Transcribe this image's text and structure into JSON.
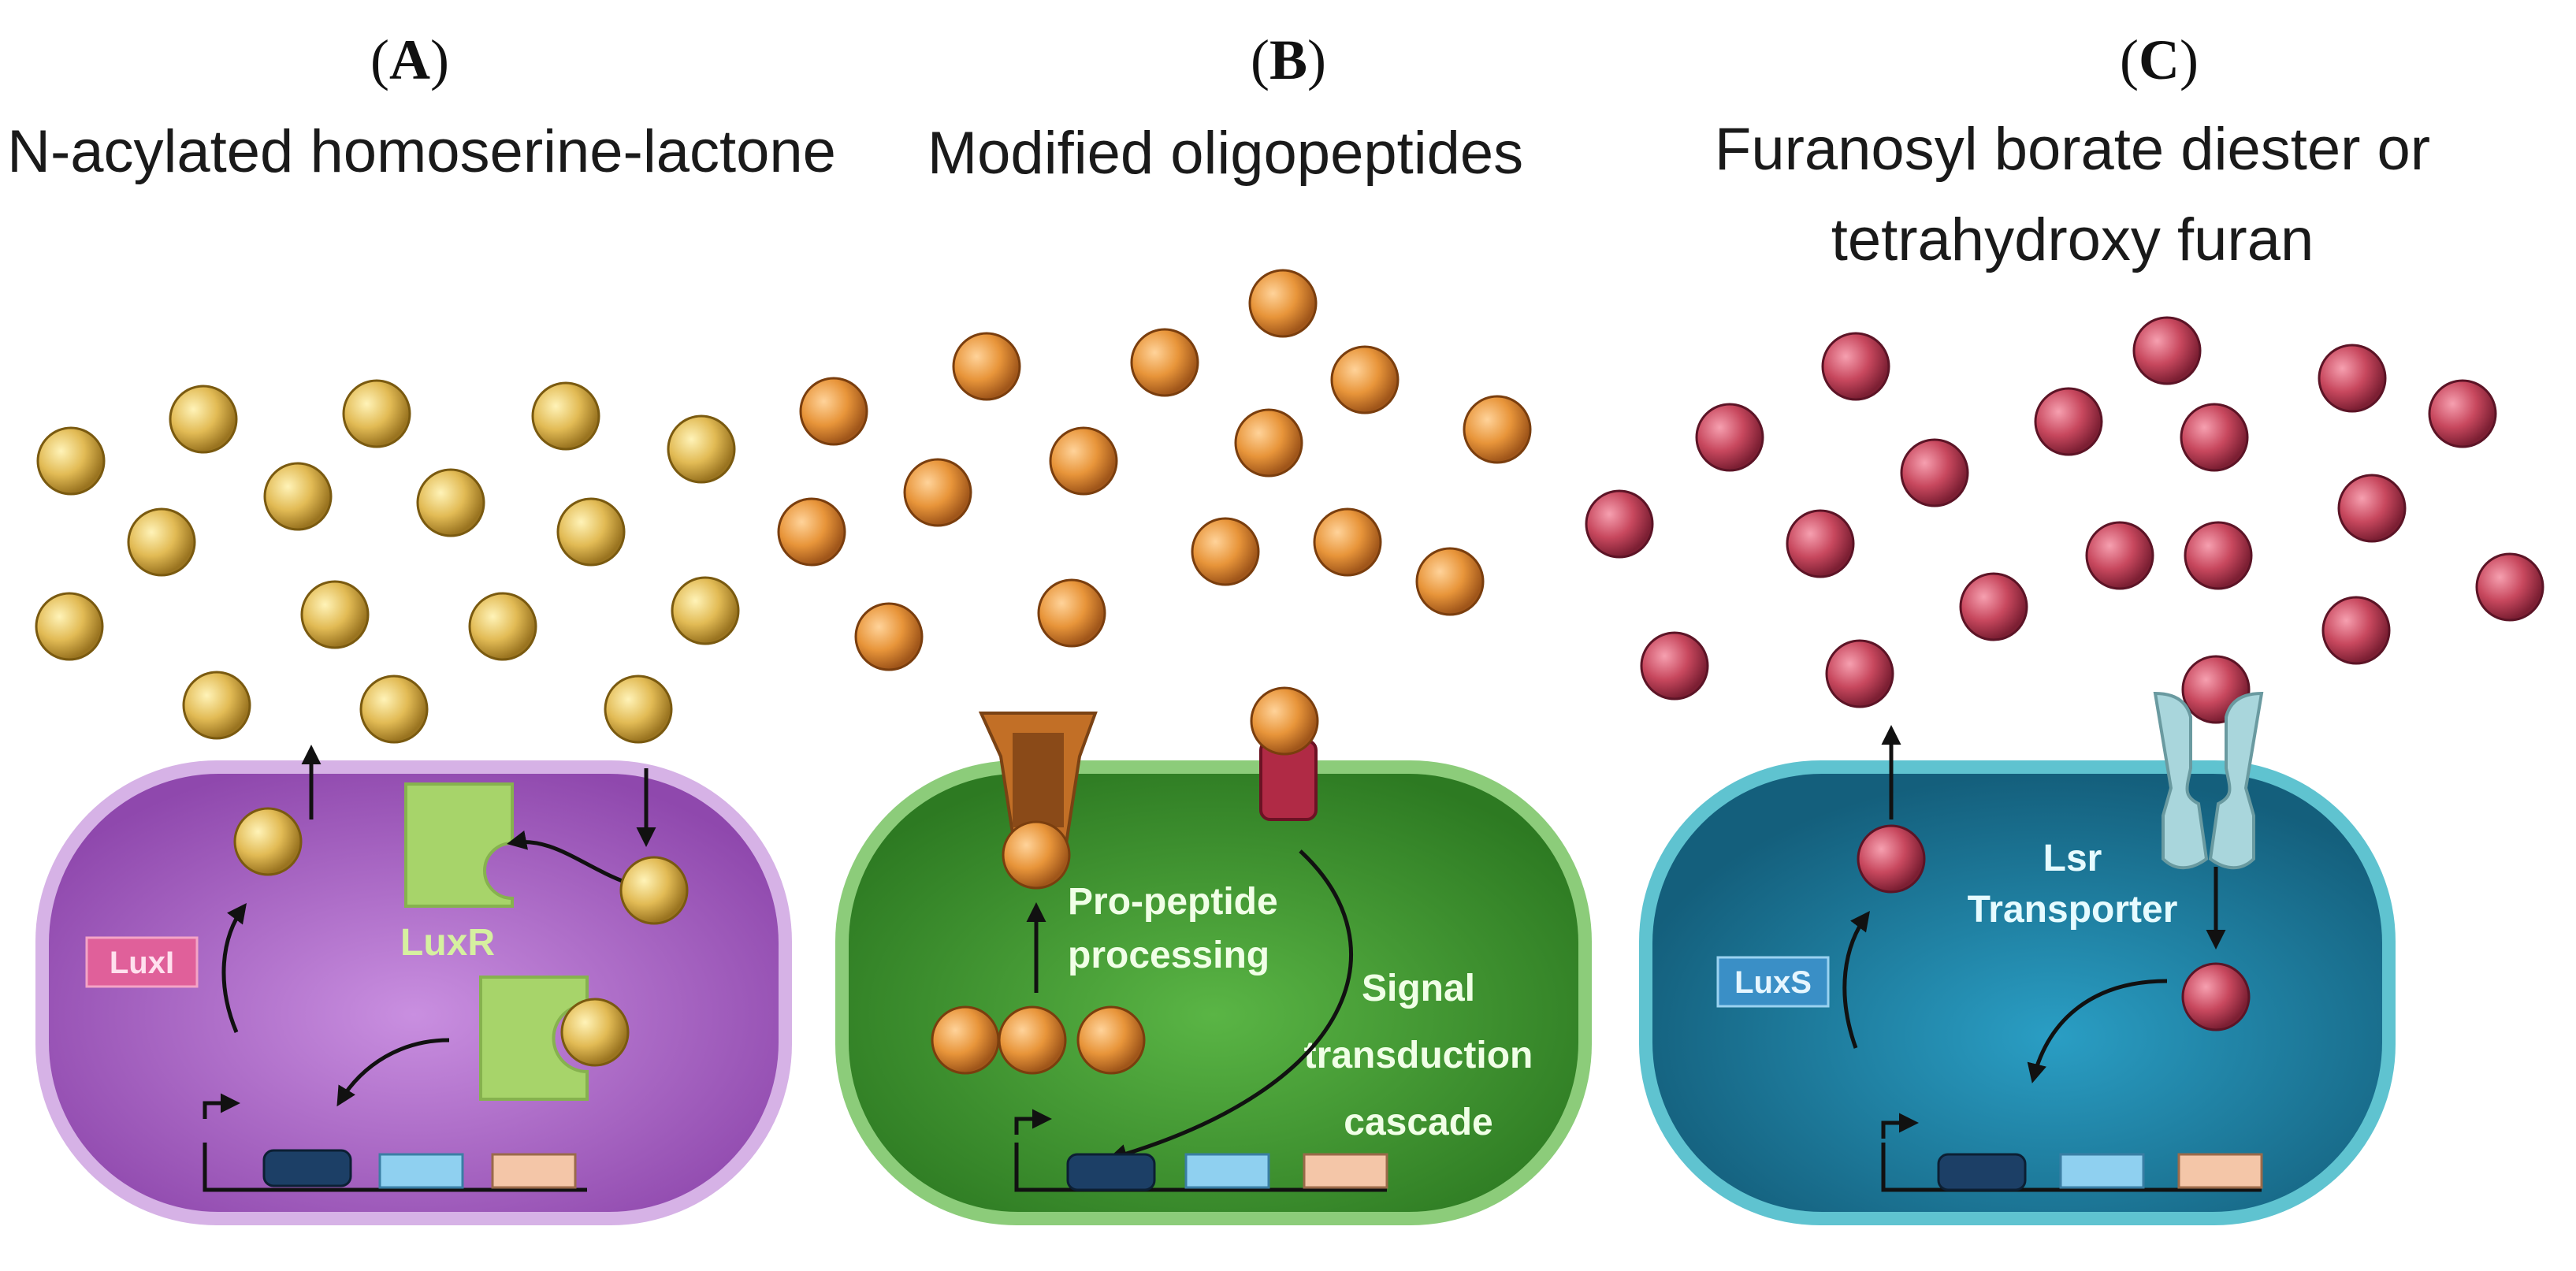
{
  "panels": [
    {
      "letter": "A",
      "title_line1": "N-acylated homoserine-lactone",
      "title_line2": "",
      "synthase_label": "LuxI",
      "receptor_label": "LuxR",
      "cell_color": "#a35cc0",
      "molecule_color": "#d9b04c"
    },
    {
      "letter": "B",
      "title_line1": "Modified oligopeptides",
      "title_line2": "",
      "processing_label_1": "Pro-peptide",
      "processing_label_2": "processing",
      "signal_label_1": "Signal",
      "signal_label_2": "transduction",
      "signal_label_3": "cascade",
      "cell_color": "#3f9a2f",
      "molecule_color": "#e0953a"
    },
    {
      "letter": "C",
      "title_line1": "Furanosyl borate diester or",
      "title_line2": "tetrahydroxy furan",
      "synthase_label": "LuxS",
      "transporter_label_1": "Lsr",
      "transporter_label_2": "Transporter",
      "cell_color": "#1f7fa0",
      "molecule_color": "#c8485e"
    }
  ],
  "icons": {
    "molecule_A": "yellow-sphere-icon",
    "molecule_B": "orange-sphere-icon",
    "molecule_C": "red-sphere-icon",
    "gene_promoter": "promoter-arrow-icon"
  }
}
